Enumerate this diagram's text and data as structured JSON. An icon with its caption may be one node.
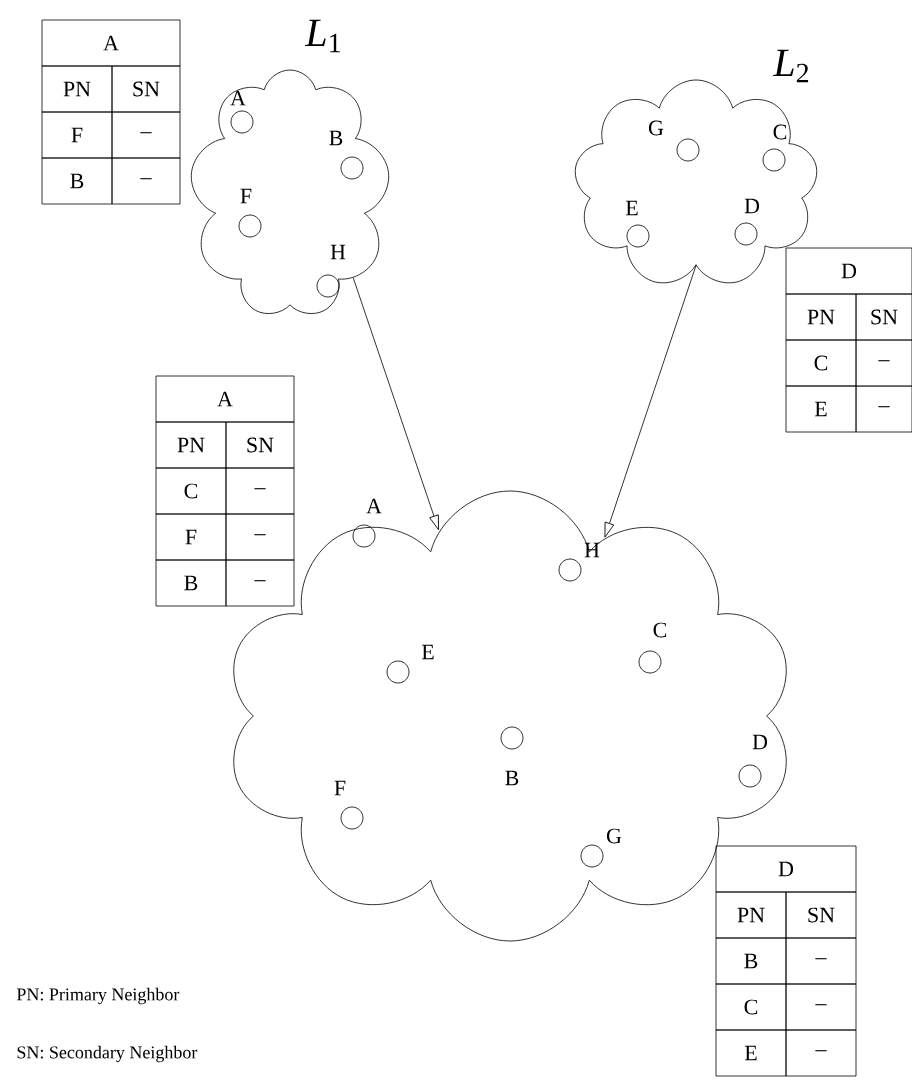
{
  "diagram": {
    "nodes": [
      {
        "text": [
          "*L*$_{1}$"
        ]
      },
      {
        "text": [
          "A"
        ],
        "in": 0
      },
      {
        "text": [
          "B"
        ],
        "in": 0
      },
      {
        "text": [
          "F"
        ],
        "in": 0
      },
      {
        "text": [
          "H"
        ],
        "in": 0
      },
      {
        "text": [
          "*L*$_{2}$"
        ]
      },
      {
        "text": [
          "G"
        ],
        "in": 5
      },
      {
        "text": [
          "C"
        ],
        "in": 5
      },
      {
        "text": [
          "E"
        ],
        "in": 5
      },
      {
        "text": [
          "D"
        ],
        "in": 5
      },
      {
        "text": [],
        "shape": "cloud"
      },
      {
        "text": [
          "A"
        ],
        "in": 10
      },
      {
        "text": [
          "H"
        ],
        "in": 10
      },
      {
        "text": [
          "E"
        ],
        "in": 10
      },
      {
        "text": [
          "C"
        ],
        "in": 10
      },
      {
        "text": [
          "B"
        ],
        "in": 10
      },
      {
        "text": [
          "D"
        ],
        "in": 10
      },
      {
        "text": [
          "F"
        ],
        "in": 10
      },
      {
        "text": [
          "G"
        ],
        "in": 10
      }
    ],
    "edges": [
      {
        "from": 0,
        "to": 10,
        "arrow": "to"
      },
      {
        "from": 5,
        "to": 10,
        "arrow": "to"
      }
    ],
    "labels": [
      "A",
      "PN",
      "SN",
      "F",
      "–",
      "B",
      "–",
      "D",
      "PN",
      "SN",
      "C",
      "–",
      "E",
      "–",
      "A",
      "PN",
      "SN",
      "C",
      "–",
      "F",
      "–",
      "B",
      "–",
      "D",
      "PN",
      "SN",
      "B",
      "–",
      "C",
      "–",
      "E",
      "–",
      "PN: Primary Neighbor",
      "SN: Secondary Neighbor"
    ]
  }
}
